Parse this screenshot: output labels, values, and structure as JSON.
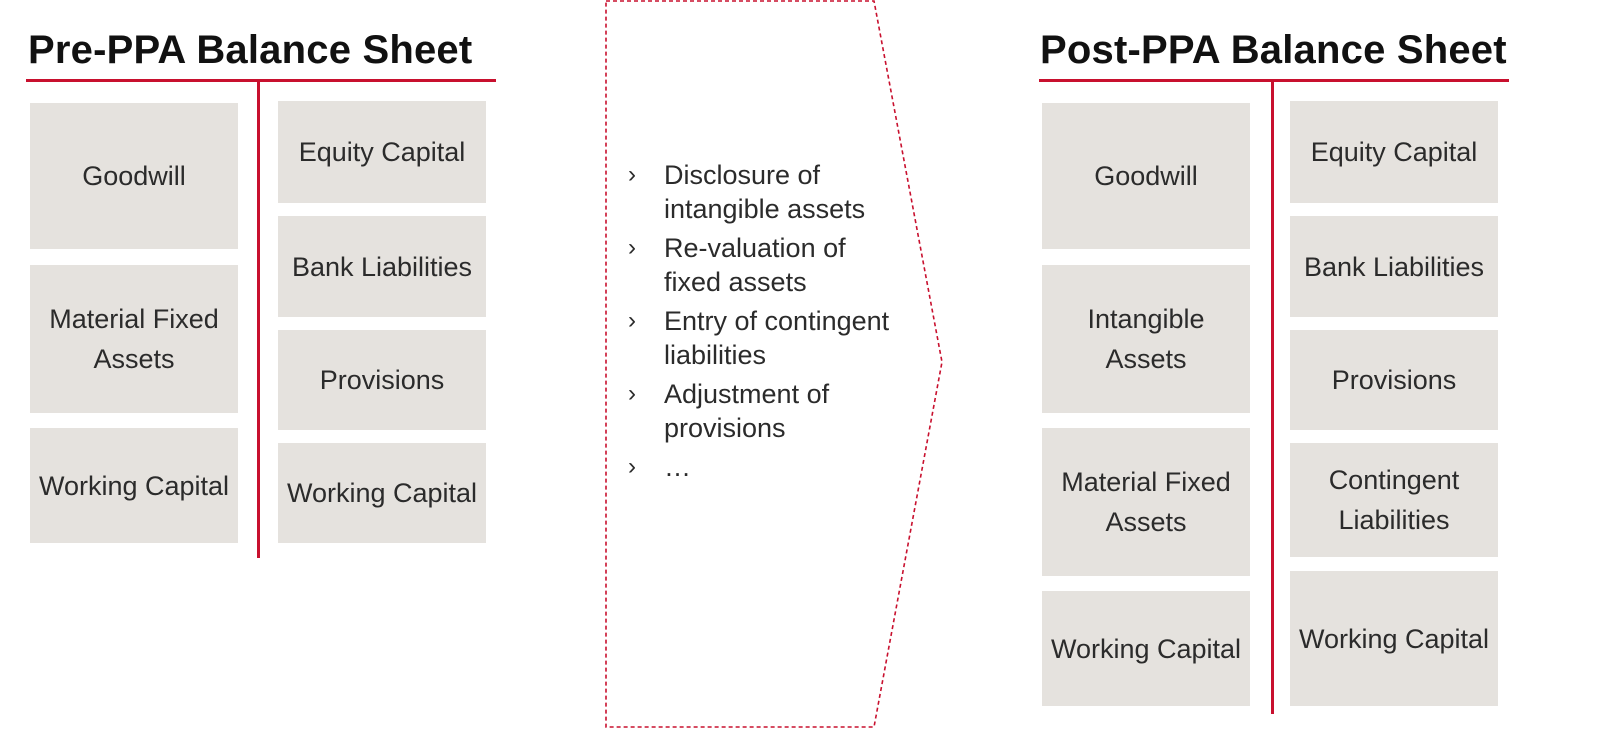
{
  "pre": {
    "title": "Pre-PPA Balance Sheet",
    "assets": [
      "Goodwill",
      "Material Fixed Assets",
      "Working Capital"
    ],
    "liabilities": [
      "Equity Capital",
      "Bank Liabilities",
      "Provisions",
      "Working Capital"
    ]
  },
  "post": {
    "title": "Post-PPA Balance Sheet",
    "assets": [
      "Goodwill",
      "Intangible Assets",
      "Material Fixed Assets",
      "Working Capital"
    ],
    "liabilities": [
      "Equity Capital",
      "Bank Liabilities",
      "Provisions",
      "Contingent Liabilities",
      "Working Capital"
    ]
  },
  "process": {
    "bullet_glyph": "›",
    "items": [
      "Disclosure of intangible assets",
      "Re-valuation of fixed assets",
      "Entry of contingent liabilities",
      "Adjustment of provisions",
      "…"
    ]
  },
  "colors": {
    "accent": "#c8102e",
    "box_fill": "#e5e2de",
    "text": "#2b2b2b"
  }
}
